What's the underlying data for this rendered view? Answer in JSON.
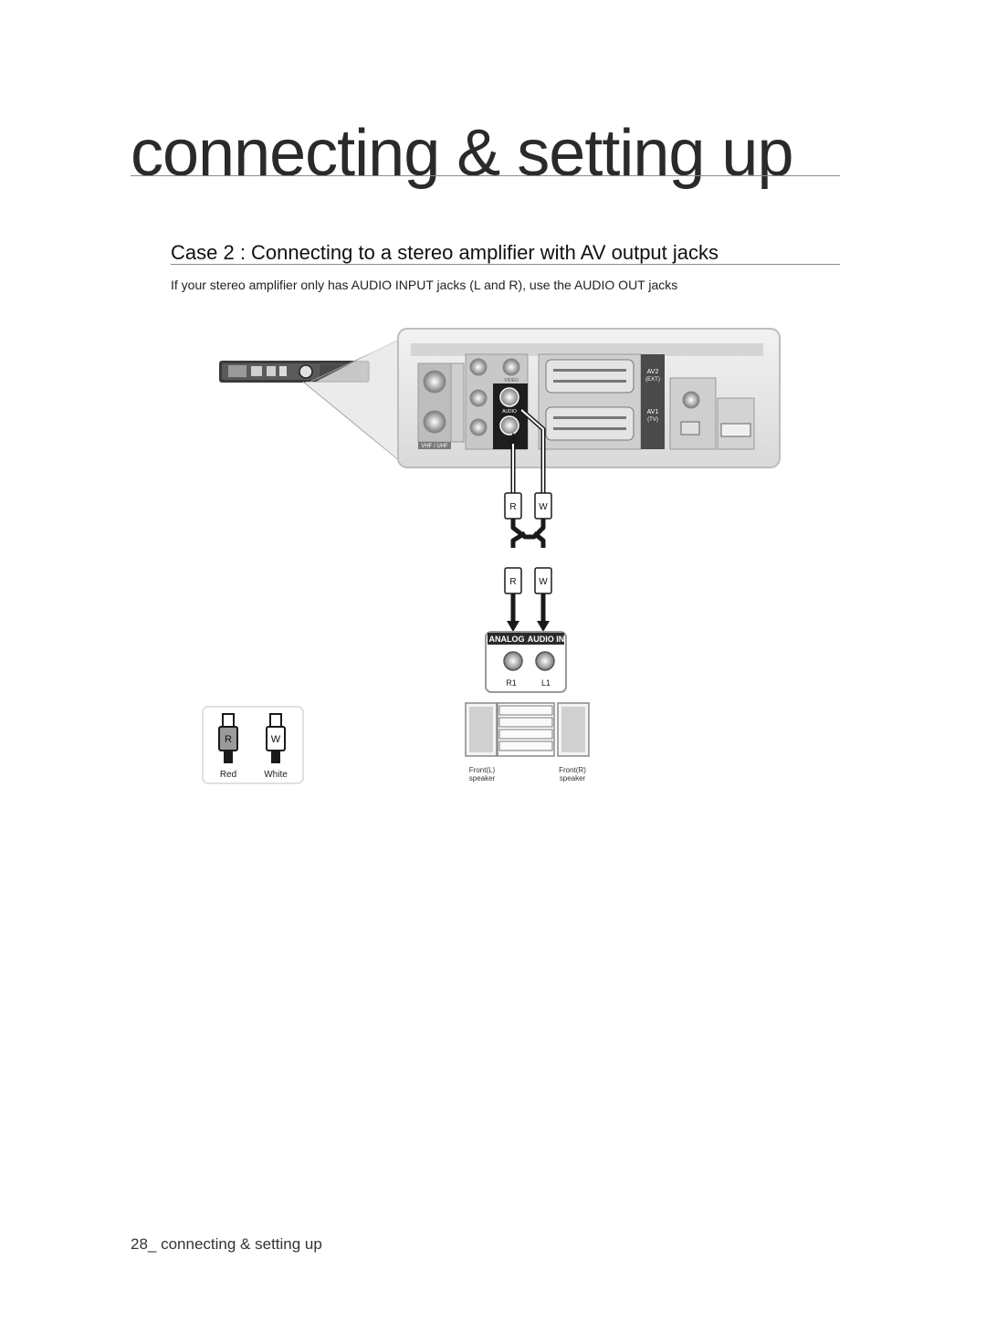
{
  "page": {
    "chapter_title": "connecting & setting up",
    "section_heading": "Case 2 : Connecting to a stereo amplifier with AV output jacks",
    "intro_text": "If your stereo amplifier only has AUDIO INPUT jacks (L and R), use the AUDIO OUT jacks",
    "footer_number": "28",
    "footer_text": "_ connecting & setting up"
  },
  "diagram": {
    "panel_labels": {
      "rf_label": "VHF / UHF",
      "video_label": "VIDEO",
      "audio_label": "AUDIO",
      "av2_label": "AV2",
      "av2_sub": "(EXT)",
      "av1_label": "AV1",
      "av1_sub": "(TV)"
    },
    "cable_upper": {
      "left_plug": "R",
      "right_plug": "W"
    },
    "cable_lower": {
      "left_plug": "R",
      "right_plug": "W"
    },
    "amplifier": {
      "input_label_left": "ANALOG",
      "input_label_right": "AUDIO IN",
      "jack_left": "R1",
      "jack_right": "L1",
      "front_left_line1": "Front(L)",
      "front_left_line2": "speaker",
      "front_right_line1": "Front(R)",
      "front_right_line2": "speaker"
    },
    "legend": {
      "plug_red_letter": "R",
      "plug_white_letter": "W",
      "red_label": "Red",
      "white_label": "White"
    }
  }
}
